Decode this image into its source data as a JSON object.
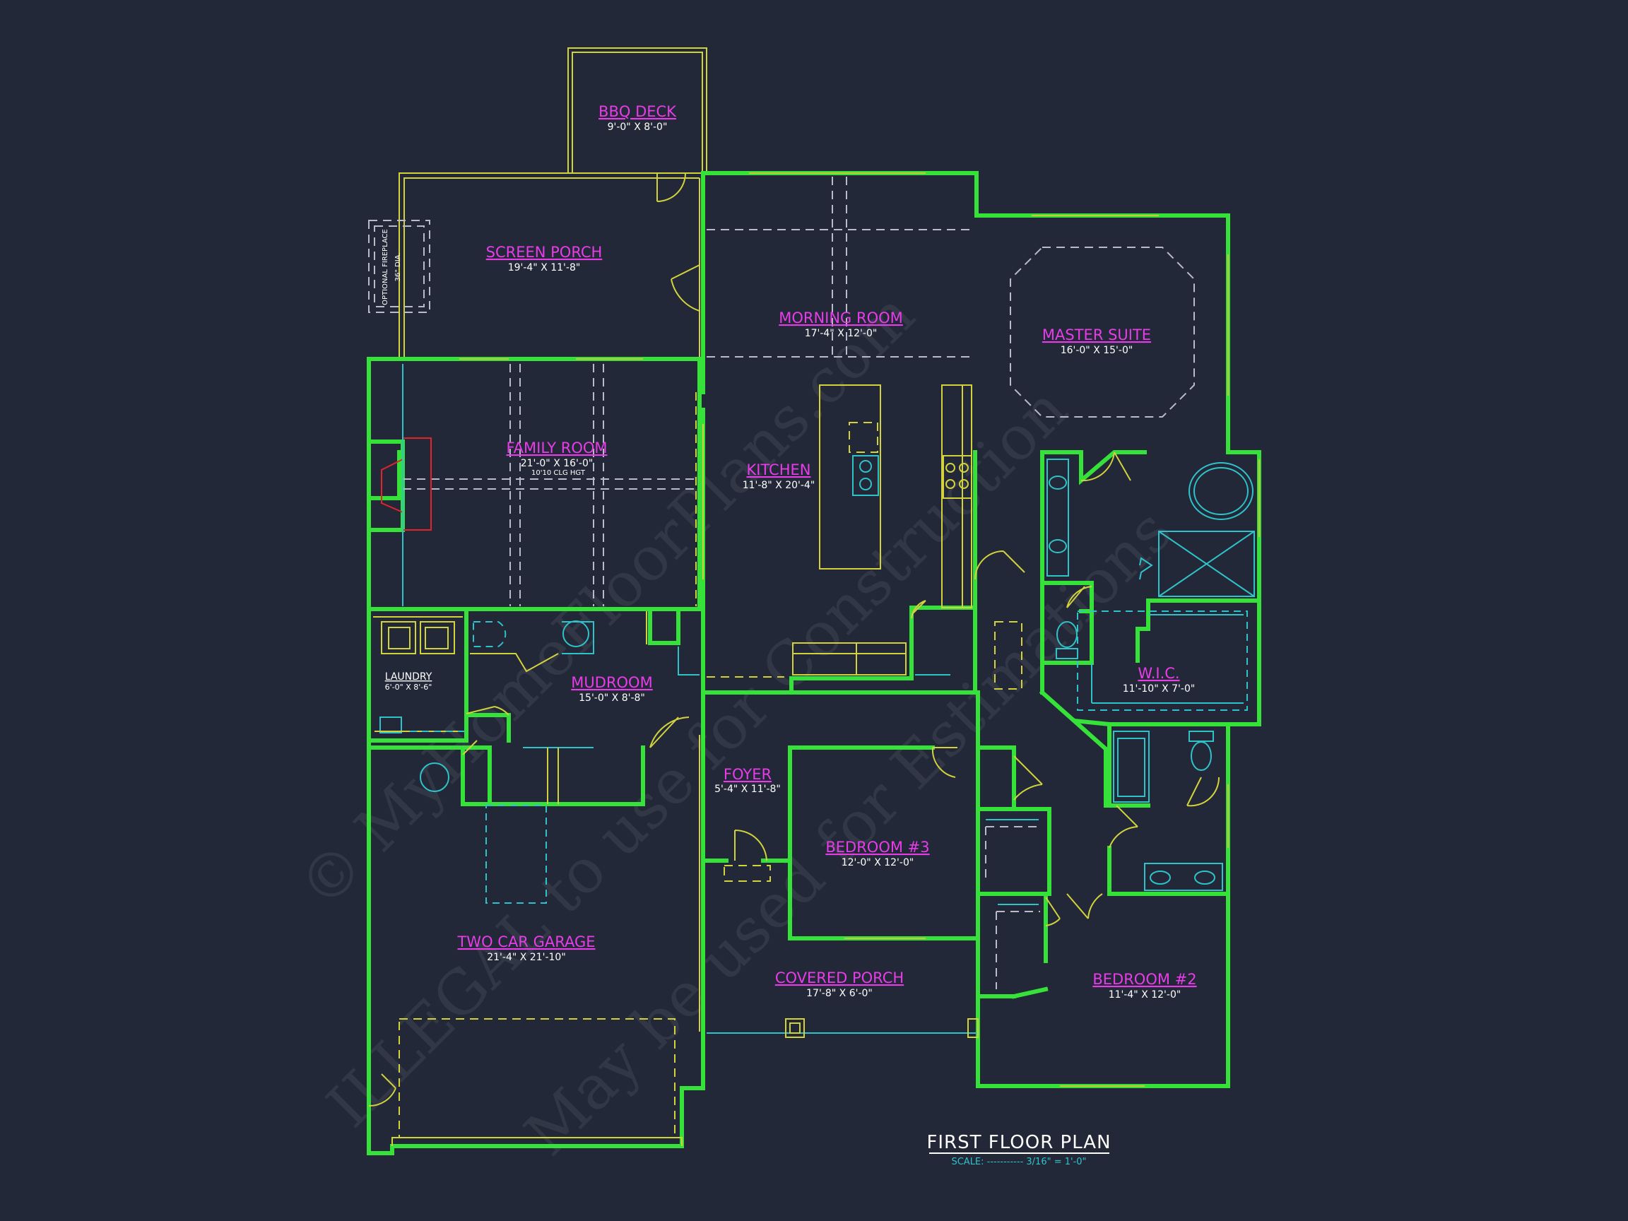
{
  "plan": {
    "title": "FIRST FLOOR PLAN",
    "scale": "SCALE: ----------- 3/16\" = 1'-0\"",
    "watermark_1": "© MyHomeFloorPlans.com",
    "watermark_2": "ILLEGAL to use for Construction",
    "watermark_3": "May be used for Estimations",
    "fireplace_note_1": "OPTIONAL FIREPLACE",
    "fireplace_note_2": "36\" DIA."
  },
  "rooms": {
    "bbq_deck": {
      "name": "BBQ DECK",
      "dim": "9'-0\" X 8'-0\""
    },
    "screen_porch": {
      "name": "SCREEN PORCH",
      "dim": "19'-4\" X 11'-8\""
    },
    "morning_room": {
      "name": "MORNING ROOM",
      "dim": "17'-4\" X 12'-0\""
    },
    "master_suite": {
      "name": "MASTER SUITE",
      "dim": "16'-0\" X 15'-0\""
    },
    "family_room": {
      "name": "FAMILY ROOM",
      "dim": "21'-0\" X 16'-0\"",
      "note": "10'10 CLG HGT"
    },
    "kitchen": {
      "name": "KITCHEN",
      "dim": "11'-8\" X 20'-4\""
    },
    "laundry": {
      "name": "LAUNDRY",
      "dim": "6'-0\" X 8'-6\""
    },
    "mudroom": {
      "name": "MUDROOM",
      "dim": "15'-0\" X 8'-8\""
    },
    "wic": {
      "name": "W.I.C.",
      "dim": "11'-10\" X 7'-0\""
    },
    "foyer": {
      "name": "FOYER",
      "dim": "5'-4\" X 11'-8\""
    },
    "bedroom3": {
      "name": "BEDROOM #3",
      "dim": "12'-0\" X 12'-0\""
    },
    "two_car_garage": {
      "name": "TWO CAR GARAGE",
      "dim": "21'-4\" X 21'-10\""
    },
    "covered_porch": {
      "name": "COVERED PORCH",
      "dim": "17'-8\" X 6'-0\""
    },
    "bedroom2": {
      "name": "BEDROOM #2",
      "dim": "11'-4\" X 12'-0\""
    }
  },
  "colors": {
    "background": "#232838",
    "walls": "#36e23a",
    "room_labels": "#e83ce8",
    "fixtures": "#2fc3c9",
    "outline": "#d2d23c"
  }
}
